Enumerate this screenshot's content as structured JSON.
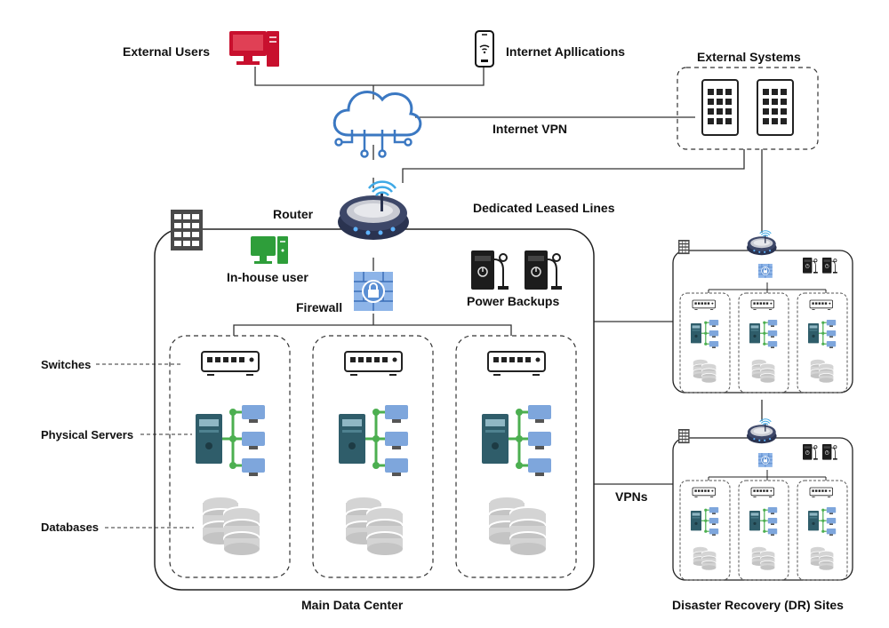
{
  "labels": {
    "external_users": "External Users",
    "internet_applications": "Internet Apllications",
    "external_systems": "External Systems",
    "internet_vpn": "Internet VPN",
    "router": "Router",
    "dedicated_leased_lines": "Dedicated Leased Lines",
    "in_house_user": "In-house user",
    "firewall": "Firewall",
    "power_backups": "Power Backups",
    "switches": "Switches",
    "physical_servers": "Physical Servers",
    "databases": "Databases",
    "vpns": "VPNs",
    "main_data_center": "Main Data Center",
    "dr_sites": "Disaster Recovery (DR) Sites"
  },
  "colors": {
    "red_user": "#c8102e",
    "green_user": "#2e9e3a",
    "cloud_blue": "#3b78c2",
    "router_dark": "#2a3350",
    "firewall_blue": "#6f9bd8",
    "server_teal": "#2f5d6a",
    "db_gray": "#c9c9c9",
    "line": "#333333"
  }
}
